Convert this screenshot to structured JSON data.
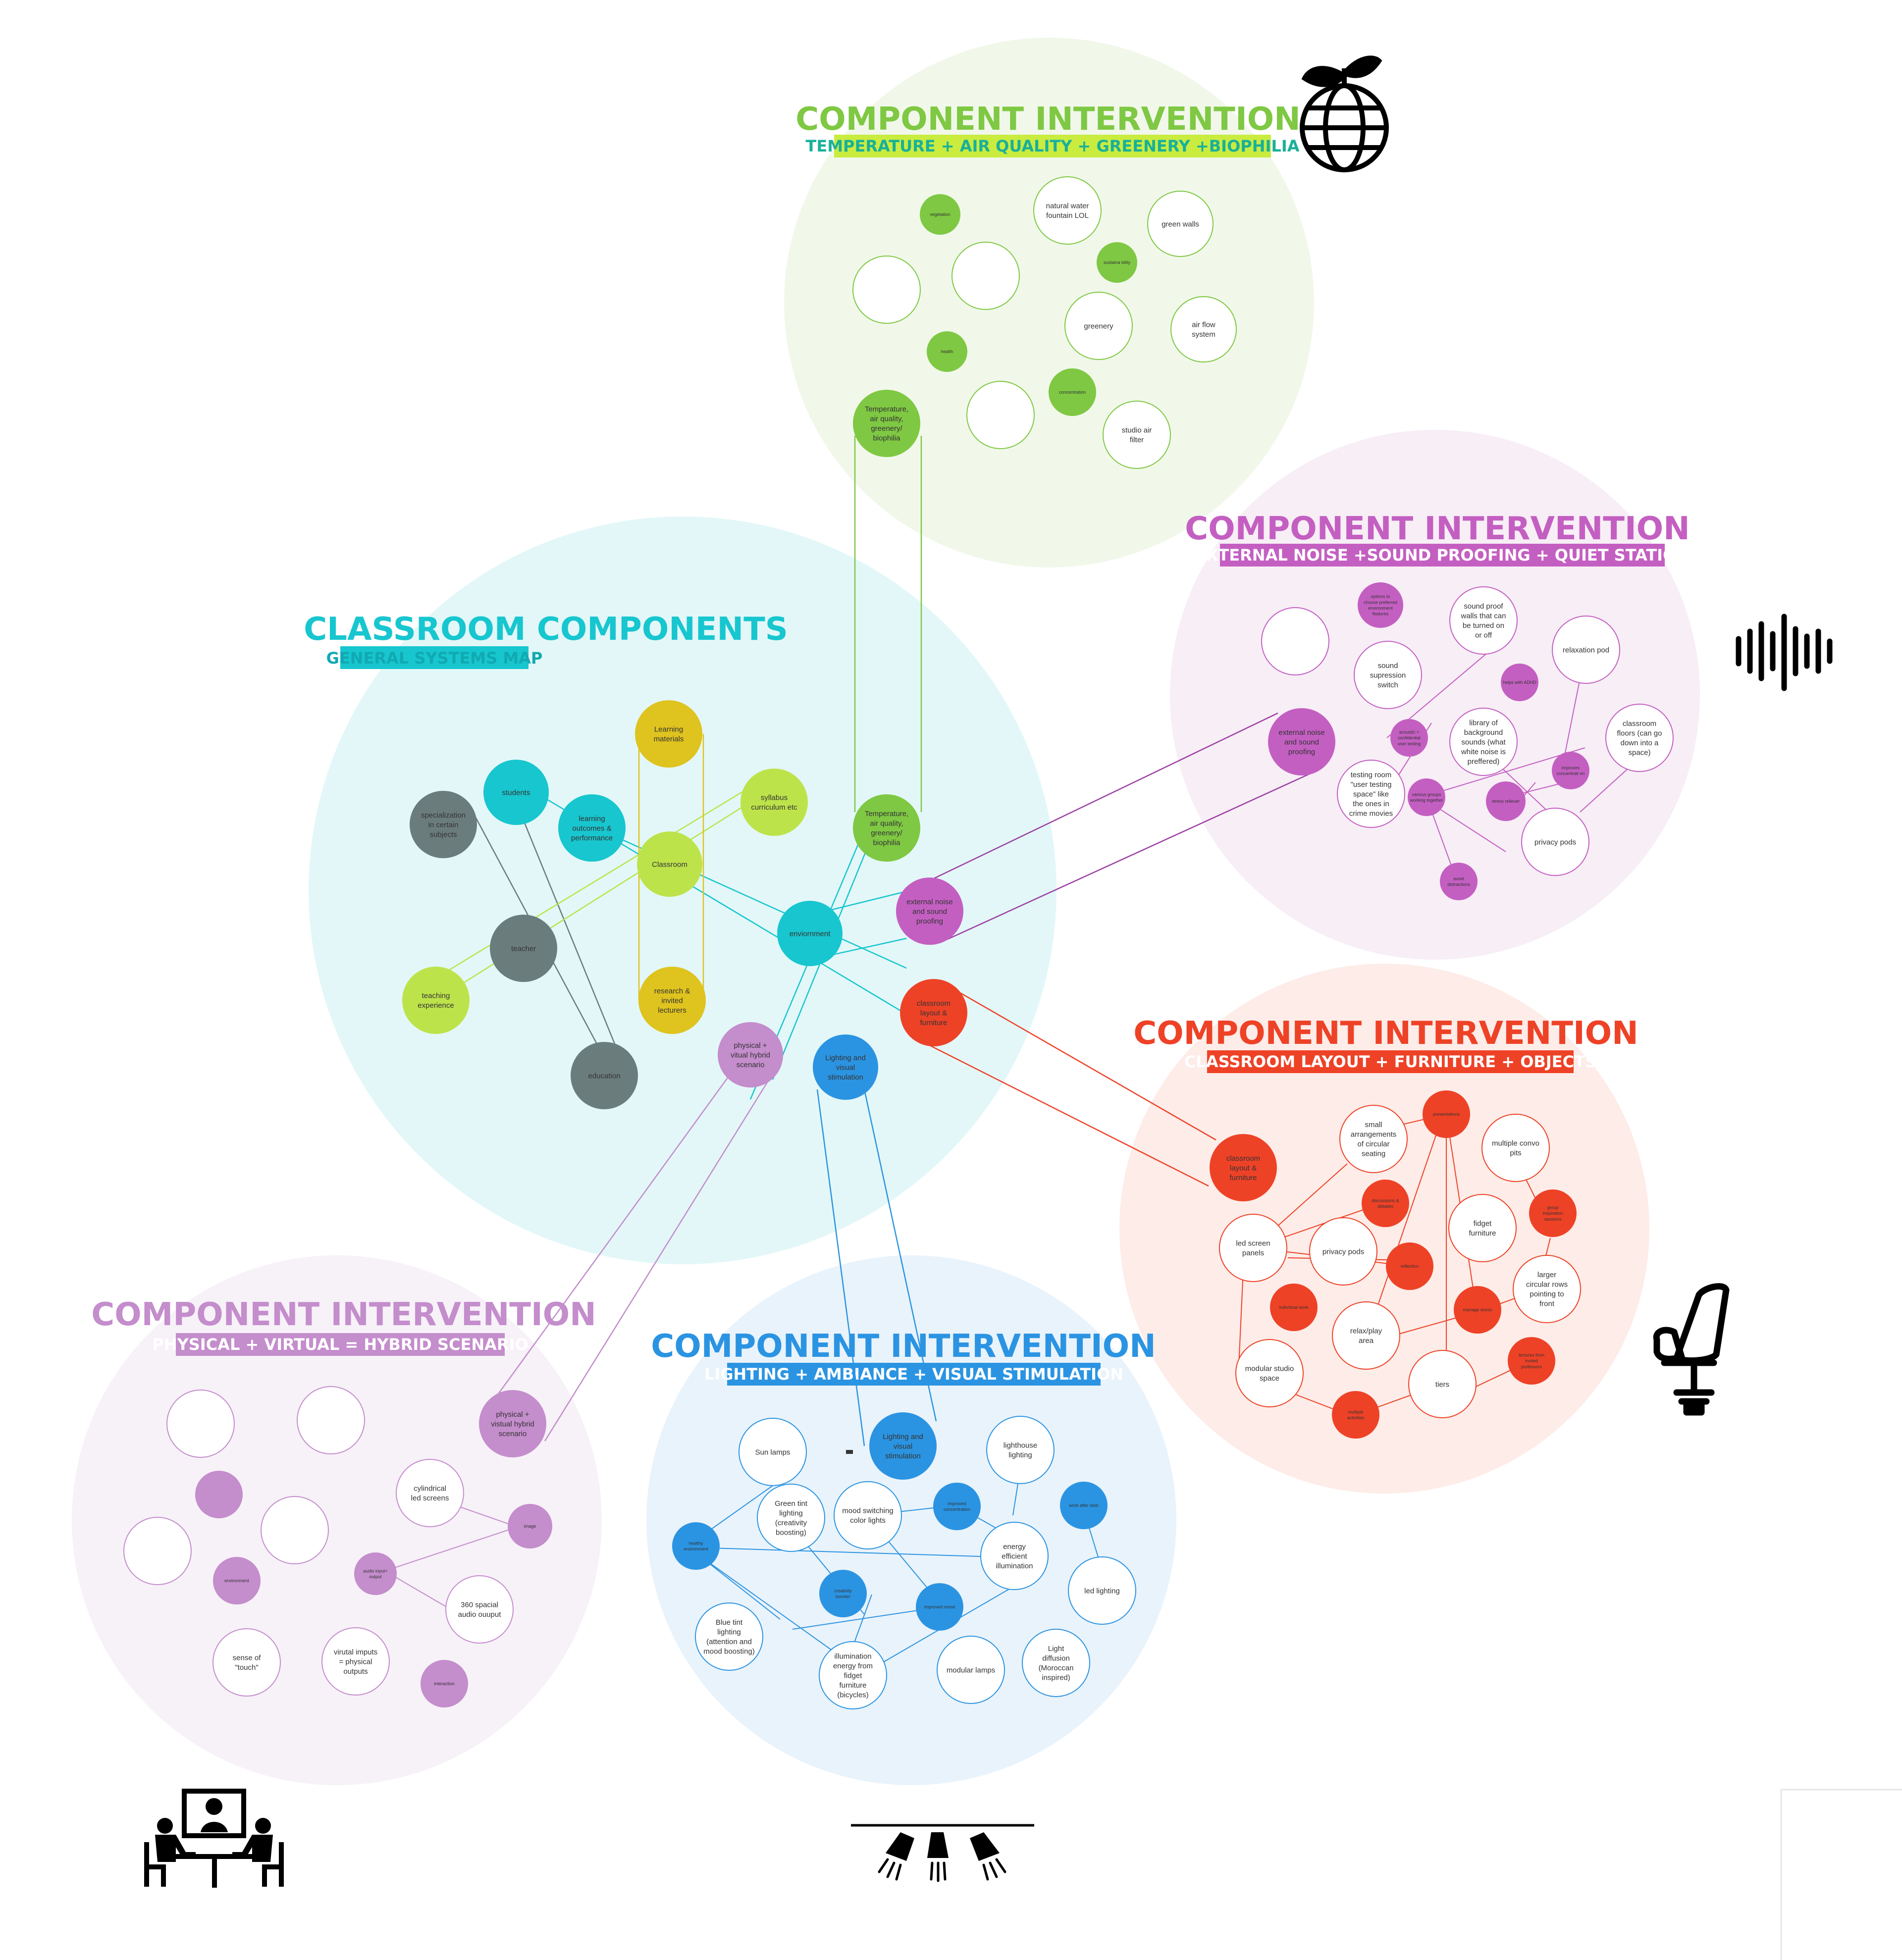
{
  "classroom": {
    "title": "CLASSROOM COMPONENTS",
    "subtitle": "GENERAL SYSTEMS MAP",
    "nodes": [
      {
        "id": "students",
        "text": "students"
      },
      {
        "id": "learning_materials",
        "text": "Learning materials"
      },
      {
        "id": "specialization",
        "text": "specialization in certain subjects"
      },
      {
        "id": "learning_outcomes",
        "text": "learning outcomes & performance"
      },
      {
        "id": "syllabus",
        "text": "syllabus curriculum etc"
      },
      {
        "id": "classroom",
        "text": "Classroom"
      },
      {
        "id": "temp_c",
        "text": "Temperature, air quality, greenery/ biophilia"
      },
      {
        "id": "teacher",
        "text": "teacher"
      },
      {
        "id": "environment",
        "text": "enviornment"
      },
      {
        "id": "noise_c",
        "text": "external noise and sound proofing"
      },
      {
        "id": "teaching_exp",
        "text": "teaching experience"
      },
      {
        "id": "research",
        "text": "research & invited lecturers"
      },
      {
        "id": "layout_c",
        "text": "classroom layout & furniture"
      },
      {
        "id": "hybrid_c",
        "text": "physical + vitual hybrid scenario"
      },
      {
        "id": "lighting_c",
        "text": "Lighting and visual stimulation"
      },
      {
        "id": "education",
        "text": "education"
      }
    ]
  },
  "green": {
    "title": "COMPONENT INTERVENTION",
    "subtitle": "TEMPERATURE + AIR QUALITY + GREENERY +BIOPHILIA",
    "nodes": [
      {
        "id": "vegetation",
        "text": "vegetation"
      },
      {
        "id": "water",
        "text": "natural water fountain LOL"
      },
      {
        "id": "green_walls",
        "text": "green walls"
      },
      {
        "id": "sustainability",
        "text": "sustaina bility"
      },
      {
        "id": "e1",
        "text": ""
      },
      {
        "id": "e2",
        "text": ""
      },
      {
        "id": "greenery",
        "text": "greenery"
      },
      {
        "id": "airflow",
        "text": "air flow system"
      },
      {
        "id": "health",
        "text": "health"
      },
      {
        "id": "e3",
        "text": ""
      },
      {
        "id": "concentration",
        "text": "concentration"
      },
      {
        "id": "studio_air",
        "text": "studio air filter"
      },
      {
        "id": "temp_g",
        "text": "Temperature, air quality, greenery/ biophilia"
      }
    ]
  },
  "noise": {
    "title": "COMPONENT INTERVENTION",
    "subtitle": "EXTERNAL NOISE +SOUND PROOFING + QUIET STATION",
    "nodes": [
      {
        "id": "e4",
        "text": ""
      },
      {
        "id": "options",
        "text": "options to choose preferred environment features"
      },
      {
        "id": "sp_walls",
        "text": "sound proof walls that can be turned on or off"
      },
      {
        "id": "relax_pod",
        "text": "relaxation pod"
      },
      {
        "id": "suppression",
        "text": "sound supression switch"
      },
      {
        "id": "adhd",
        "text": "helps with ADHD"
      },
      {
        "id": "noise_n",
        "text": "external noise and sound proofing"
      },
      {
        "id": "acoustic",
        "text": "acoustic + confidential user testing"
      },
      {
        "id": "library",
        "text": "library of background sounds (what white noise is preffered)"
      },
      {
        "id": "floors",
        "text": "classroom floors (can go down into a space)"
      },
      {
        "id": "testing_room",
        "text": "testing room \"user testing space\" like the ones in crime movies"
      },
      {
        "id": "various",
        "text": "various groups working together"
      },
      {
        "id": "improves",
        "text": "improves concentrati on"
      },
      {
        "id": "stress",
        "text": "stress reliever"
      },
      {
        "id": "privacy_n",
        "text": "privacy pods"
      },
      {
        "id": "avoid",
        "text": "avoid distractions"
      }
    ]
  },
  "layout": {
    "title": "COMPONENT INTERVENTION",
    "subtitle": "CLASSROOM LAYOUT + FURNITURE + OBJECTS",
    "nodes": [
      {
        "id": "presentations",
        "text": "presentations"
      },
      {
        "id": "small_arr",
        "text": "small arrangements of circular seating"
      },
      {
        "id": "convo",
        "text": "multiple convo pits"
      },
      {
        "id": "layout_l",
        "text": "classroom layout & furniture"
      },
      {
        "id": "discussions",
        "text": "discussions & debates"
      },
      {
        "id": "group_insp",
        "text": "group inspiration sessions"
      },
      {
        "id": "led_panels",
        "text": "led screen panels"
      },
      {
        "id": "privacy_l",
        "text": "privacy pods"
      },
      {
        "id": "fidget",
        "text": "fidget furniture"
      },
      {
        "id": "reflection",
        "text": "reflection"
      },
      {
        "id": "larger",
        "text": "larger circular rows pointing to front"
      },
      {
        "id": "individual",
        "text": "individual work"
      },
      {
        "id": "manage",
        "text": "manage stress"
      },
      {
        "id": "relax_play",
        "text": "relax/play area"
      },
      {
        "id": "lectures",
        "text": "lectures from invited professors"
      },
      {
        "id": "modular",
        "text": "modular studio space"
      },
      {
        "id": "tiers",
        "text": "tiers"
      },
      {
        "id": "multiple",
        "text": "multiple activities"
      }
    ]
  },
  "hybrid": {
    "title": "COMPONENT INTERVENTION",
    "subtitle": "PHYSICAL + VIRTUAL = HYBRID SCENARIO",
    "nodes": [
      {
        "id": "h_e1",
        "text": ""
      },
      {
        "id": "h_e2",
        "text": ""
      },
      {
        "id": "hybrid_h",
        "text": "physical + vistual hybrid scenario"
      },
      {
        "id": "h_p1",
        "text": ""
      },
      {
        "id": "cyl",
        "text": "cylindrical led screens"
      },
      {
        "id": "h_e3",
        "text": ""
      },
      {
        "id": "image",
        "text": "image"
      },
      {
        "id": "h_e4",
        "text": ""
      },
      {
        "id": "environment_h",
        "text": "environment"
      },
      {
        "id": "audio",
        "text": "audio input+ output"
      },
      {
        "id": "spacial",
        "text": "360 spacial audio ouuput"
      },
      {
        "id": "touch",
        "text": "sense of \"touch\""
      },
      {
        "id": "virtual_inputs",
        "text": "virutal imputs = physical outputs"
      },
      {
        "id": "interaction",
        "text": "interaction"
      }
    ]
  },
  "lighting": {
    "title": "COMPONENT INTERVENTION",
    "subtitle": "LIGHTING + AMBIANCE + VISUAL STIMULATION",
    "nodes": [
      {
        "id": "sun",
        "text": "Sun lamps"
      },
      {
        "id": "lighting_l",
        "text": "Lighting and visual stimulation"
      },
      {
        "id": "lighthouse",
        "text": "lighthouse lighting"
      },
      {
        "id": "green_tint",
        "text": "Green tint lighting (creativity boosting)"
      },
      {
        "id": "mood",
        "text": "mood switching color lights"
      },
      {
        "id": "improved_conc",
        "text": "improved concentration"
      },
      {
        "id": "work_after",
        "text": "work after dark"
      },
      {
        "id": "healthy",
        "text": "healthy environment"
      },
      {
        "id": "energy",
        "text": "energy efficient illumination"
      },
      {
        "id": "creativity",
        "text": "creativity booster"
      },
      {
        "id": "improved_mood",
        "text": "improved mood"
      },
      {
        "id": "led_lighting",
        "text": "led lighting"
      },
      {
        "id": "blue_tint",
        "text": "Blue tint lighting (attention and mood boosting)"
      },
      {
        "id": "fidget_energy",
        "text": "illumination energy from fidget furniture (bicycles)"
      },
      {
        "id": "modular_lamps",
        "text": "modular lamps"
      },
      {
        "id": "light_diffusion",
        "text": "Light diffusion (Moroccan inspired)"
      }
    ]
  },
  "colors": {
    "classroom_accent": "#17C6CF",
    "green_accent": "#7FC843",
    "noise_accent": "#C45FC2",
    "layout_accent": "#EE4227",
    "hybrid_accent": "#C48DCC",
    "lighting_accent": "#2B94E2",
    "yellow": "#DFC31E",
    "grey": "#6B7C7D",
    "lime": "#BDE34B"
  },
  "icons": [
    "globe-plant-icon",
    "sound-wave-icon",
    "office-chair-icon",
    "video-meeting-icon",
    "stage-lights-icon"
  ]
}
